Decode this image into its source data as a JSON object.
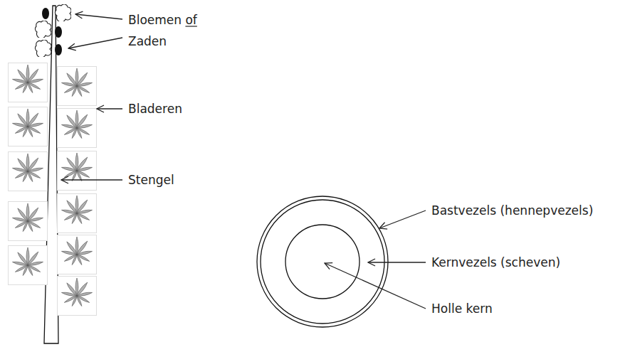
{
  "diagram": {
    "labels": [
      "Bloemen of Zaden",
      "Bladeren",
      "Stengel",
      "Bastvezels (hennepvezels)",
      "Kernvezels (scheven)",
      "Holle kern"
    ]
  }
}
